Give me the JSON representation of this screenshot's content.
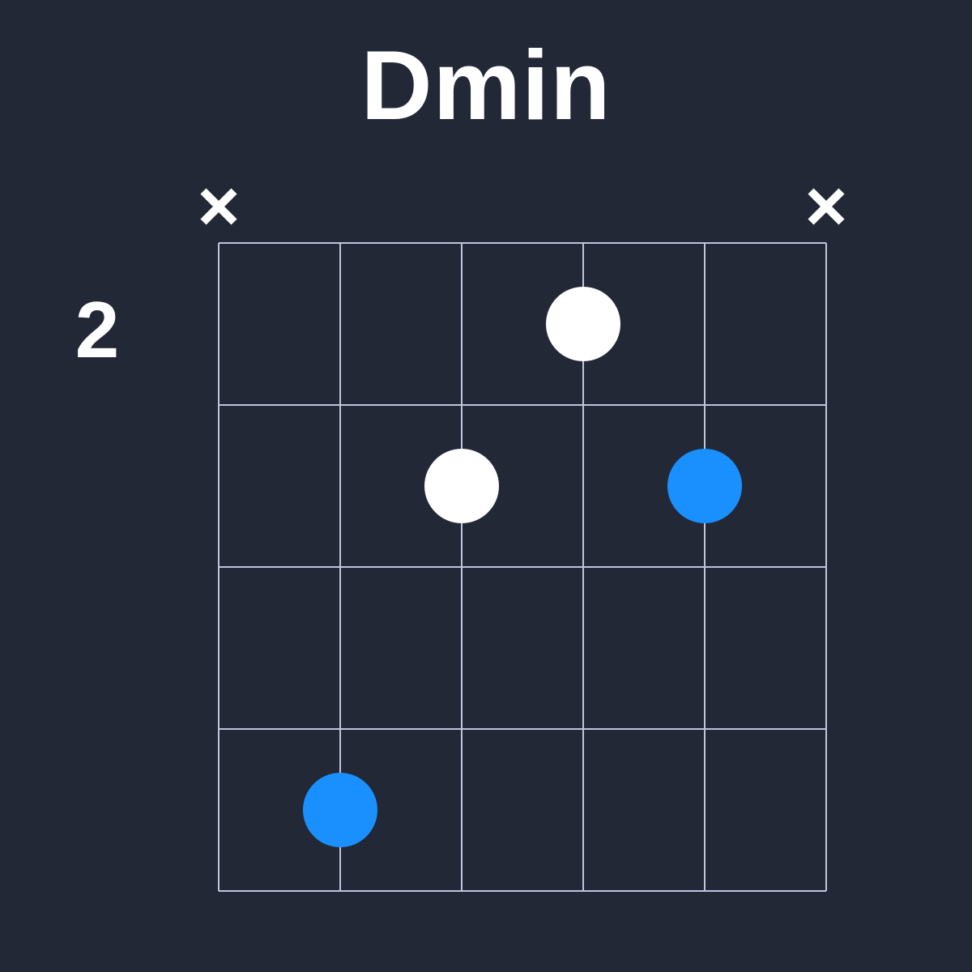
{
  "chord": {
    "name": "Dmin",
    "base_fret": "2"
  },
  "diagram": {
    "strings": 6,
    "frets_shown": 4,
    "muted_strings": [
      1,
      6
    ],
    "dots": [
      {
        "string": 4,
        "fret": 1,
        "color": "#ffffff",
        "role": "fingered-note"
      },
      {
        "string": 3,
        "fret": 2,
        "color": "#ffffff",
        "role": "fingered-note"
      },
      {
        "string": 5,
        "fret": 2,
        "color": "#1a90ff",
        "role": "root-note"
      },
      {
        "string": 2,
        "fret": 4,
        "color": "#1a90ff",
        "role": "root-note"
      }
    ],
    "colors": {
      "background": "#232836",
      "grid": "#c0c4dc",
      "text": "#ffffff",
      "accent": "#1a90ff"
    }
  }
}
